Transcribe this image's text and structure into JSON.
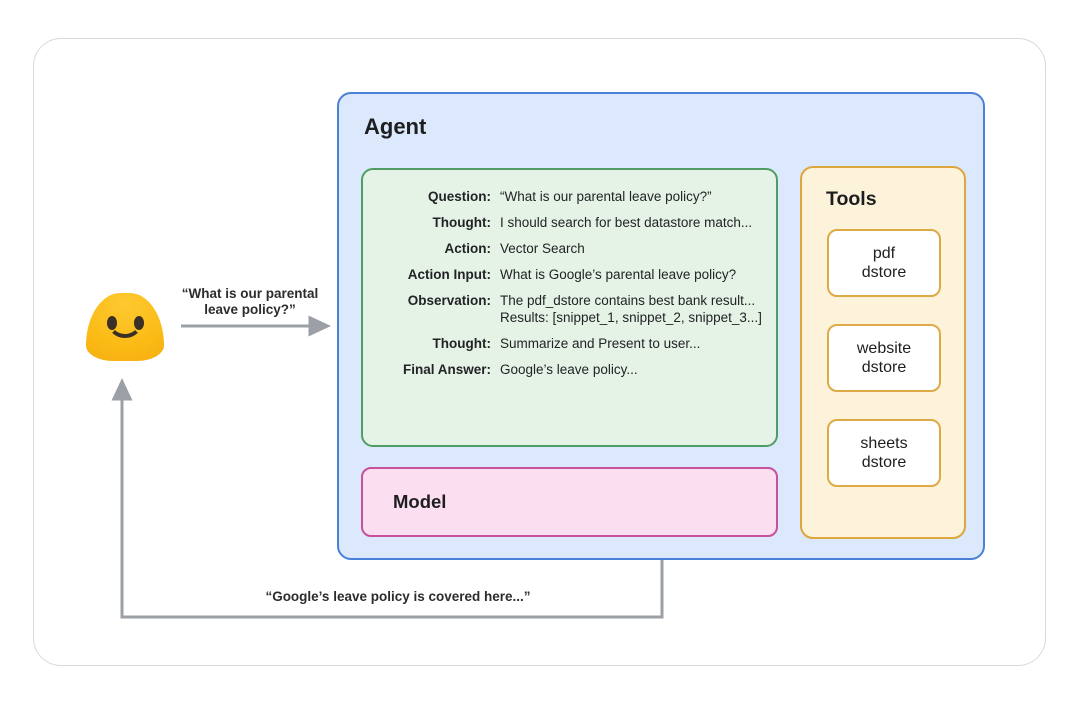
{
  "user": {
    "question_line1": "“What is our parental",
    "question_line2": "leave policy?”",
    "response": "“Google’s leave policy is covered here...”"
  },
  "agent": {
    "title": "Agent"
  },
  "trace": {
    "rows": [
      {
        "label": "Question:",
        "value": "“What is our parental leave policy?”"
      },
      {
        "label": "Thought:",
        "value": "I should search for best datastore match..."
      },
      {
        "label": "Action:",
        "value": "Vector Search"
      },
      {
        "label": "Action Input:",
        "value": "What is Google’s parental leave policy?"
      },
      {
        "label": "Observation:",
        "value": "The pdf_dstore contains best bank result...",
        "value2": "Results: [snippet_1, snippet_2, snippet_3...]"
      },
      {
        "label": "Thought:",
        "value": "Summarize and Present to user..."
      },
      {
        "label": "Final Answer:",
        "value": "Google’s leave policy..."
      }
    ]
  },
  "model": {
    "title": "Model"
  },
  "tools": {
    "title": "Tools",
    "items": [
      {
        "line1": "pdf",
        "line2": "dstore"
      },
      {
        "line1": "website",
        "line2": "dstore"
      },
      {
        "line1": "sheets",
        "line2": "dstore"
      }
    ]
  },
  "colors": {
    "agent_fill": "#dce8fb",
    "agent_border": "#4b80d8",
    "trace_fill": "#e5f3e6",
    "trace_border": "#4f9d65",
    "model_fill": "#fbdff0",
    "model_border": "#c7519b",
    "tools_fill": "#fcf3da",
    "tools_border": "#dda63e",
    "arrow_gray": "#9aa0a6"
  }
}
